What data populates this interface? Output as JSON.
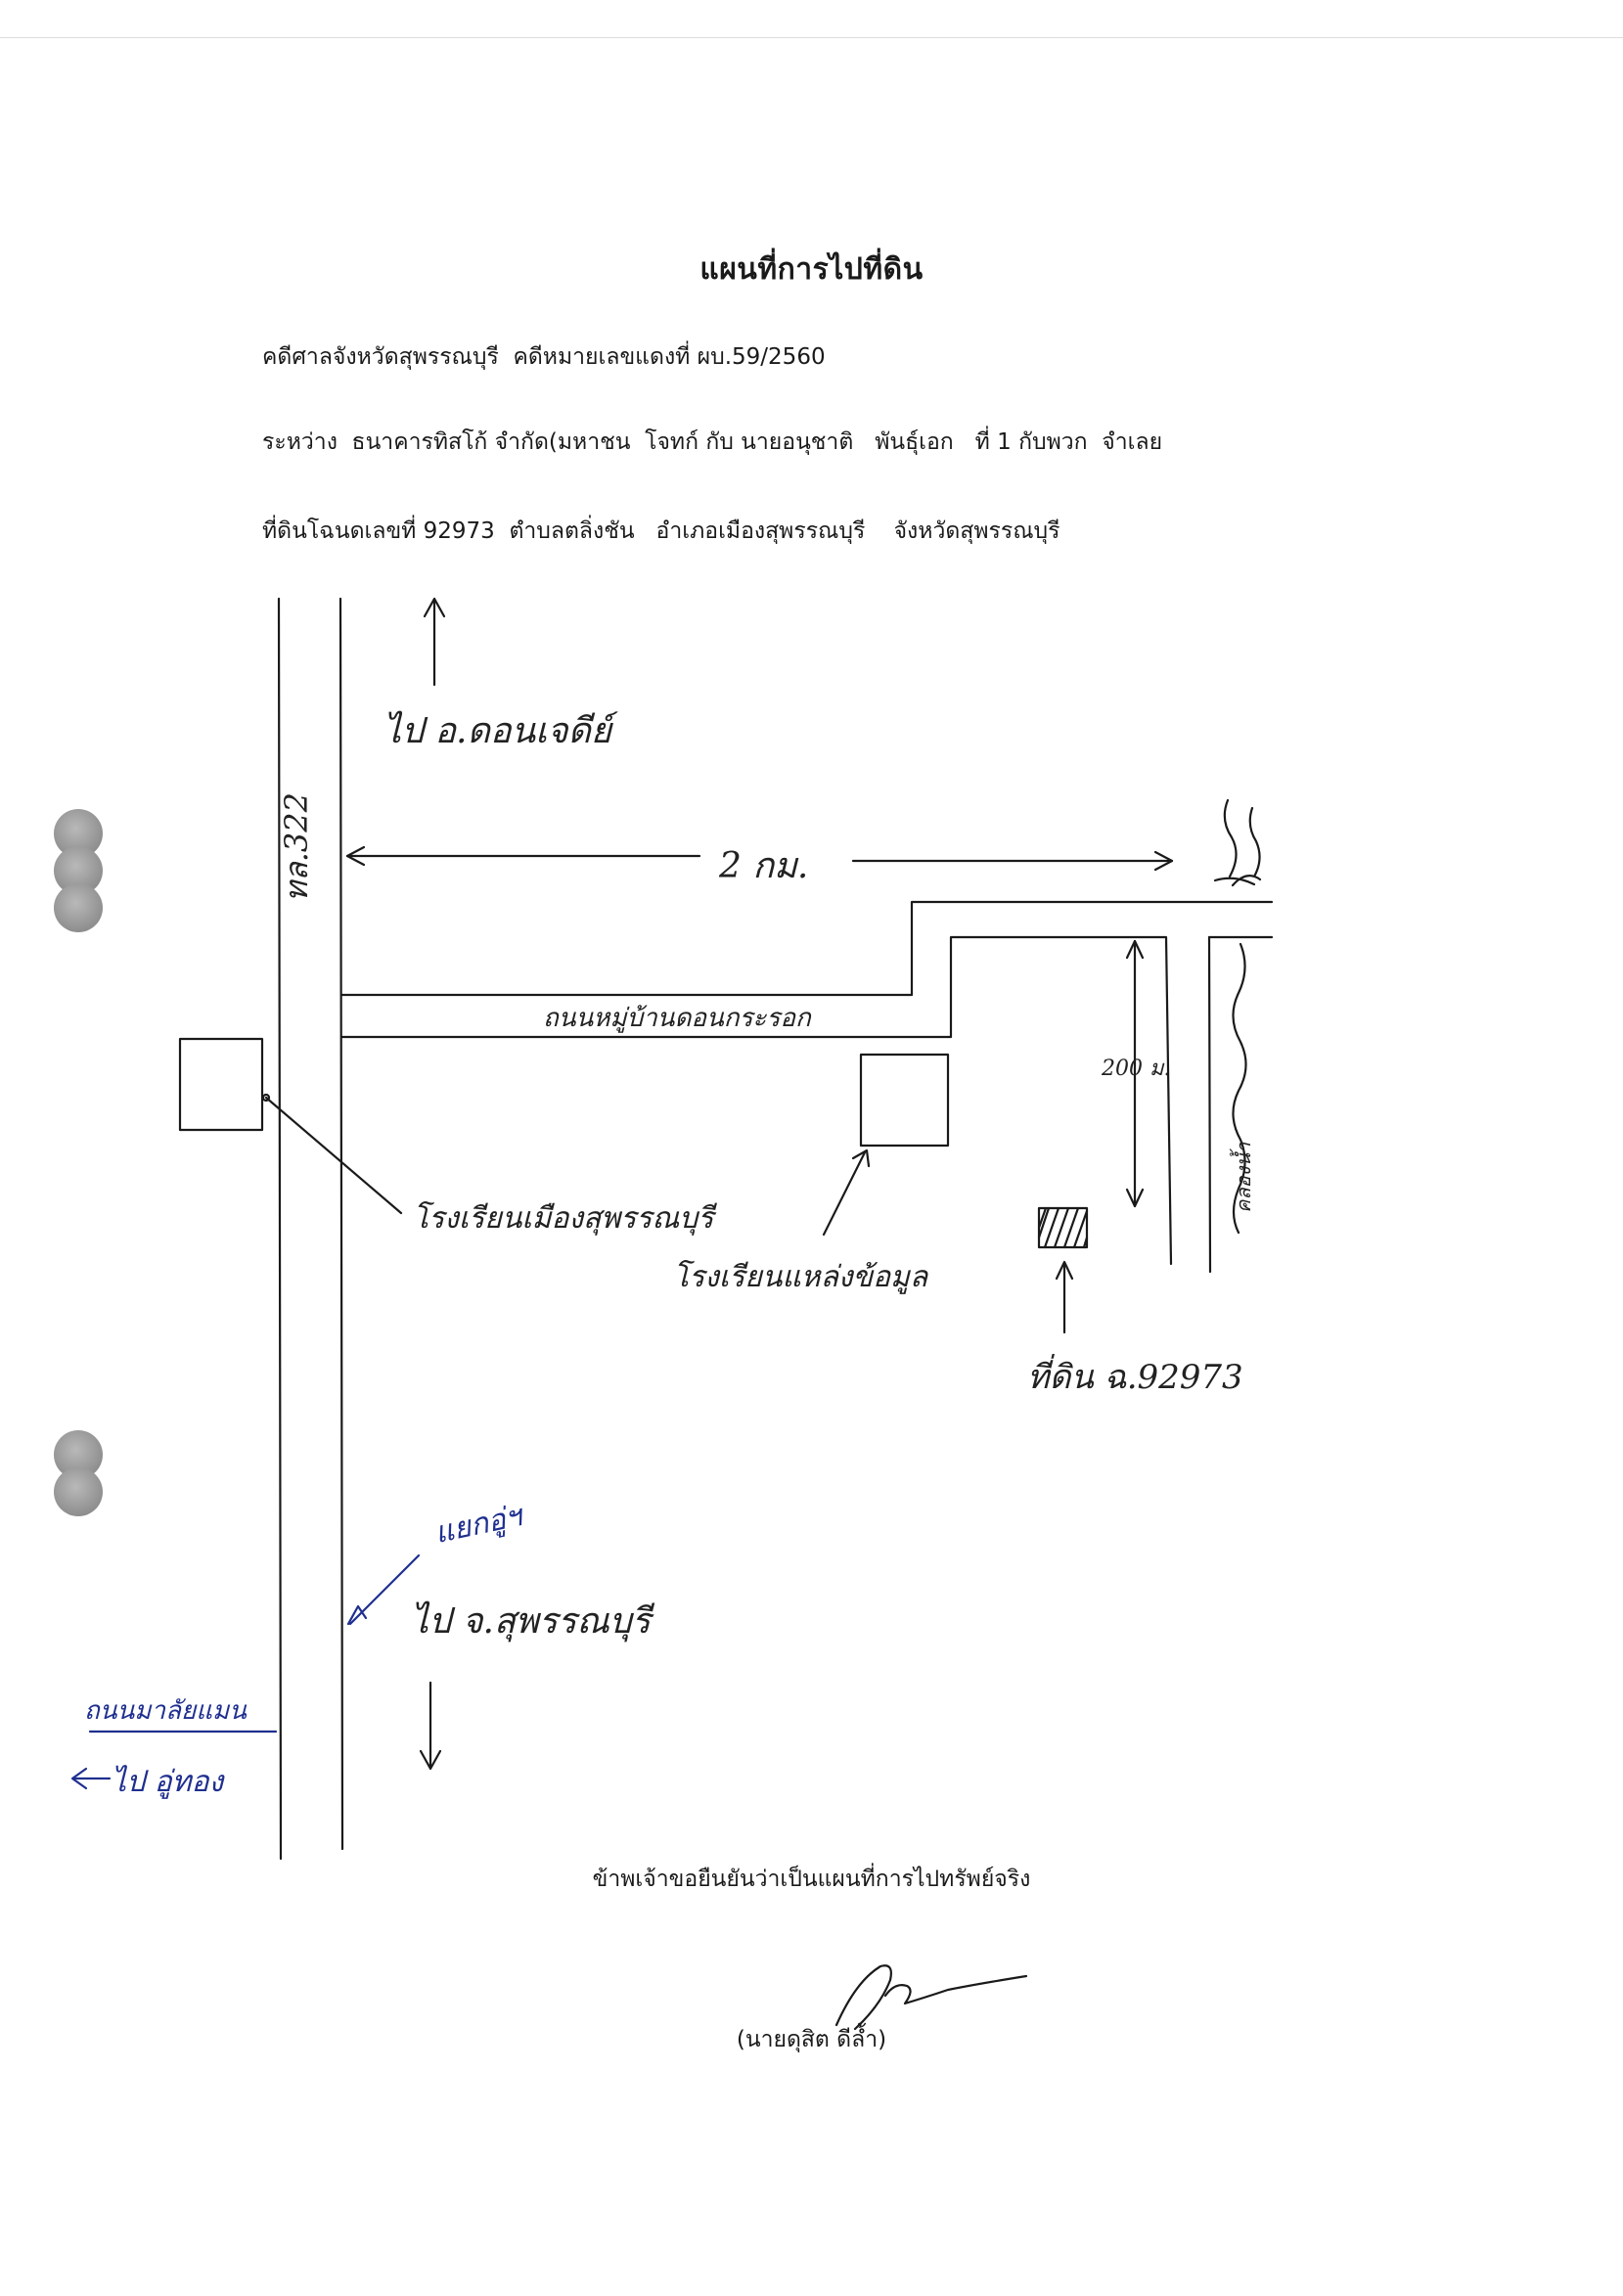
{
  "title": "แผนที่การไปที่ดิน",
  "header": {
    "case_line": "คดีศาลจังหวัดสุพรรณบุรี  คดีหมายเลขแดงที่ ผบ.59/2560",
    "parties_line": "ระหว่าง  ธนาคารทิสโก้ จำกัด(มหาชน  โจทก์ กับ นายอนุชาติ   พันธุ์เอก   ที่ 1 กับพวก  จำเลย",
    "land_line": "ที่ดินโฉนดเลขที่ 92973  ตำบลตลิ่งชัน   อำเภอเมืองสุพรรณบุรี    จังหวัดสุพรรณบุรี"
  },
  "map": {
    "to_north": "ไป อ.ดอนเจดีย์",
    "highway": "ทล.322",
    "distance": "2 กม.",
    "village_road": "ถนนหมู่บ้านดอนกระรอก",
    "distance_small": "200 ม.",
    "canal": "คลองน้ำ",
    "school_city": "โรงเรียนเมืองสุพรรณบุรี",
    "school_other": "โรงเรียนแหล่งข้อมูล",
    "land_label": "ที่ดิน ฉ.92973",
    "junction": "แยกอู่ฯ",
    "to_south": "ไป จ.สุพรรณบุรี",
    "side_road": "ถนนมาลัยแมน",
    "to_uthong": "ไป อู่ทอง"
  },
  "footer": {
    "statement": "ข้าพเจ้าขอยืนยันว่าเป็นแผนที่การไปทรัพย์จริง",
    "name": "(นายดุสิต  ดีล้ำ)"
  },
  "colors": {
    "ink": "#1a1a1a",
    "blue_ink": "#1f2f8f"
  }
}
